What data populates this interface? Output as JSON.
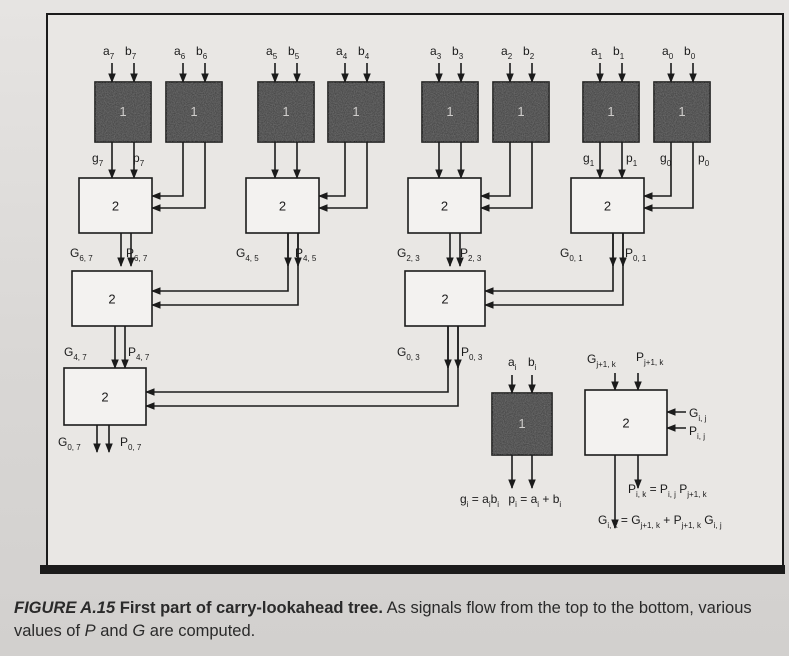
{
  "figure": {
    "label": "FIGURE A.15",
    "title": "First part of carry-lookahead tree.",
    "text_before_P": " As signals flow from the top to the bottom, various values of ",
    "P": "P",
    "and": " and ",
    "G": "G",
    "text_after_G": " are computed."
  },
  "diagram": {
    "colors": {
      "ink": "#1b1b1b",
      "dark_box": "#4a4a4a",
      "paper": "#e9e7e4"
    },
    "level1_boxes": [
      {
        "label": "1",
        "a": "a",
        "b": "b",
        "sub": "7"
      },
      {
        "label": "1",
        "a": "a",
        "b": "b",
        "sub": "6"
      },
      {
        "label": "1",
        "a": "a",
        "b": "b",
        "sub": "5"
      },
      {
        "label": "1",
        "a": "a",
        "b": "b",
        "sub": "4"
      },
      {
        "label": "1",
        "a": "a",
        "b": "b",
        "sub": "3"
      },
      {
        "label": "1",
        "a": "a",
        "b": "b",
        "sub": "2"
      },
      {
        "label": "1",
        "a": "a",
        "b": "b",
        "sub": "1"
      },
      {
        "label": "1",
        "a": "a",
        "b": "b",
        "sub": "0"
      }
    ],
    "level1_outputs": [
      {
        "g": "g",
        "p": "p",
        "sub": "7"
      },
      {
        "g": "g",
        "p": "p",
        "sub": "1"
      },
      {
        "g": "g",
        "p": "p",
        "sub": "0"
      }
    ],
    "level2_boxes": [
      {
        "label": "2",
        "G_sub": "6, 7",
        "P_sub": "6, 7"
      },
      {
        "label": "2",
        "G_sub": "4, 5",
        "P_sub": "4, 5"
      },
      {
        "label": "2",
        "G_sub": "2, 3",
        "P_sub": "2, 3"
      },
      {
        "label": "2",
        "G_sub": "0, 1",
        "P_sub": "0, 1"
      }
    ],
    "level3_boxes": [
      {
        "label": "2",
        "G_sub": "4, 7",
        "P_sub": "4, 7"
      },
      {
        "label": "2",
        "G_sub": "0, 3",
        "P_sub": "0, 3"
      }
    ],
    "level4_box": {
      "label": "2",
      "G_sub": "0, 7",
      "P_sub": "0, 7"
    },
    "legend_box1": {
      "label": "1",
      "inputs": {
        "a": "a",
        "b": "b",
        "sub": "i"
      },
      "eq_g": "g",
      "eq_g_sub": "i",
      "eq_g_rhs": " = a",
      "eq_g_rhs_sub1": "i",
      "eq_g_rhs_b": "b",
      "eq_g_rhs_sub2": "i",
      "eq_p": "p",
      "eq_p_sub": "i",
      "eq_p_rhs": " = a",
      "eq_p_rhs_sub1": "i",
      "eq_p_rhs_plus": " + b",
      "eq_p_rhs_sub2": "i"
    },
    "legend_box2": {
      "label": "2",
      "top_G": "G",
      "top_G_sub": "j+1, k",
      "top_P": "P",
      "top_P_sub": "j+1, k",
      "side_G": "G",
      "side_G_sub": "i, j",
      "side_P": "P",
      "side_P_sub": "i, j",
      "eq1_lhs": "P",
      "eq1_lhs_sub": "i, k",
      "eq1_eq": " = P",
      "eq1_sub1": "i, j",
      "eq1_P": " P",
      "eq1_sub2": "j+1, k",
      "eq2_lhs": "G",
      "eq2_lhs_sub": "i, k",
      "eq2_eq": " = G",
      "eq2_sub1": "j+1, k",
      "eq2_plus": " + P",
      "eq2_sub2": "j+1, k",
      "eq2_G": " G",
      "eq2_sub3": "i, j"
    }
  }
}
